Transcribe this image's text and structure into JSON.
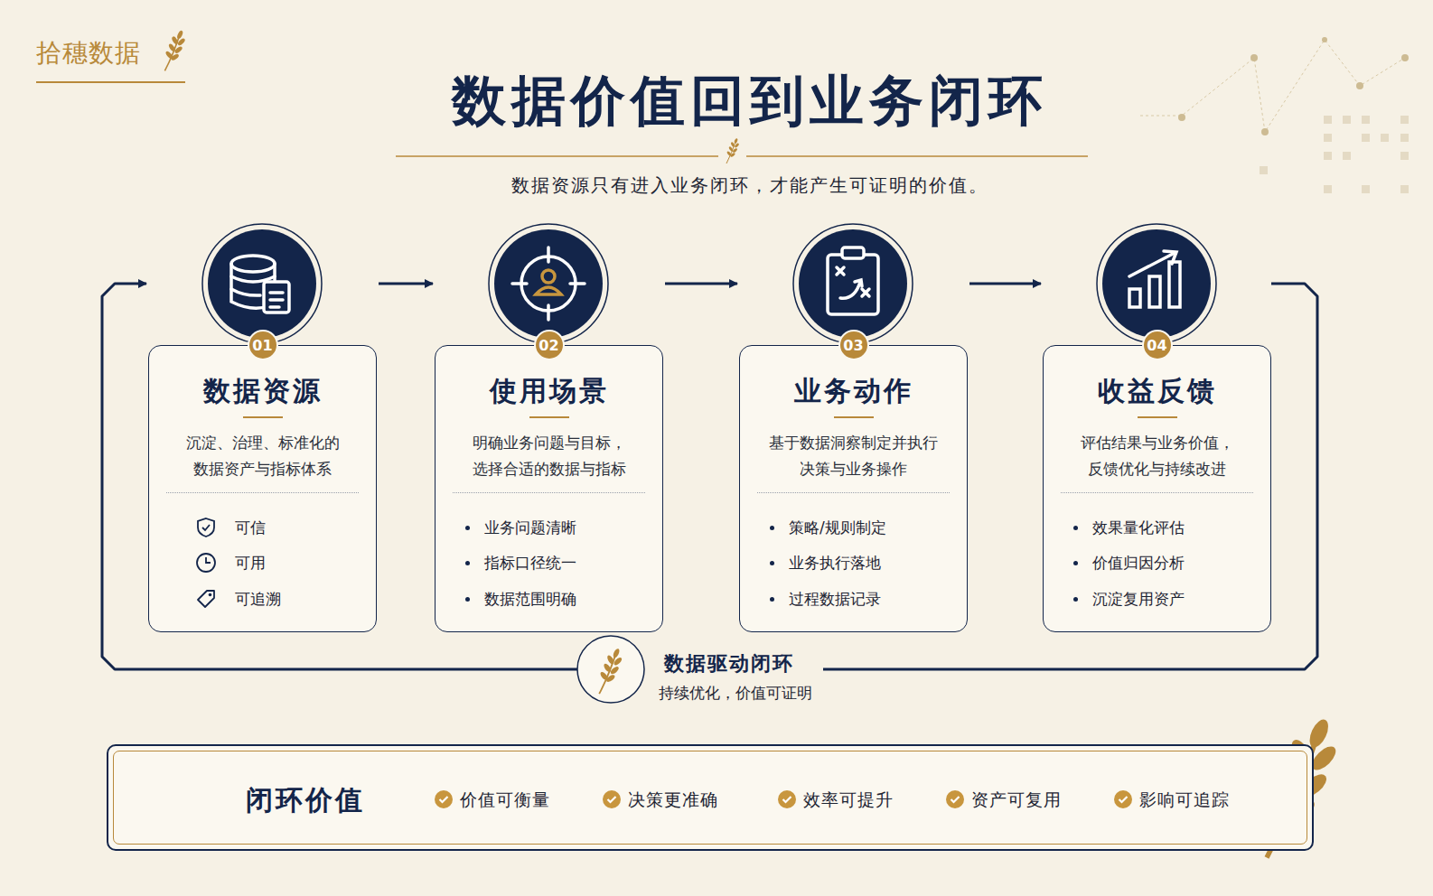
{
  "diagram": {
    "title": "数据价值回到业务闭环",
    "caption": "数据资源只有进入业务闭环，才能产生可证明的价值。",
    "nodes": [
      {
        "text": [
          "01",
          "数据资源",
          "沉淀、治理、标准化的 数据资产与指标体系",
          "可信",
          "可用",
          "可追溯"
        ]
      },
      {
        "text": [
          "02",
          "使用场景",
          "明确业务问题与目标， 选择合适的数据与指标",
          "业务问题清晰",
          "指标口径统一",
          "数据范围明确"
        ]
      },
      {
        "text": [
          "03",
          "业务动作",
          "基于数据洞察制定并执行 决策与业务操作",
          "策略/规则制定",
          "业务执行落地",
          "过程数据记录"
        ]
      },
      {
        "text": [
          "04",
          "收益反馈",
          "评估结果与业务价值， 反馈优化与持续改进",
          "效果量化评估",
          "价值归因分析",
          "沉淀复用资产"
        ]
      },
      {
        "text": [
          "数据驱动闭环",
          "持续优化，价值可证明"
        ]
      },
      {
        "text": [
          "闭环价值",
          "价值可衡量",
          "决策更准确",
          "效率可提升",
          "资产可复用",
          "影响可追踪"
        ]
      }
    ],
    "edges": [
      {
        "from": 0,
        "to": 1,
        "arrow": "to"
      },
      {
        "from": 1,
        "to": 2,
        "arrow": "to"
      },
      {
        "from": 2,
        "to": 3,
        "arrow": "to"
      },
      {
        "from": 3,
        "to": 4,
        "arrow": "none"
      },
      {
        "from": 4,
        "to": 0,
        "arrow": "to"
      }
    ],
    "labels": [
      "拾穗数据"
    ]
  }
}
